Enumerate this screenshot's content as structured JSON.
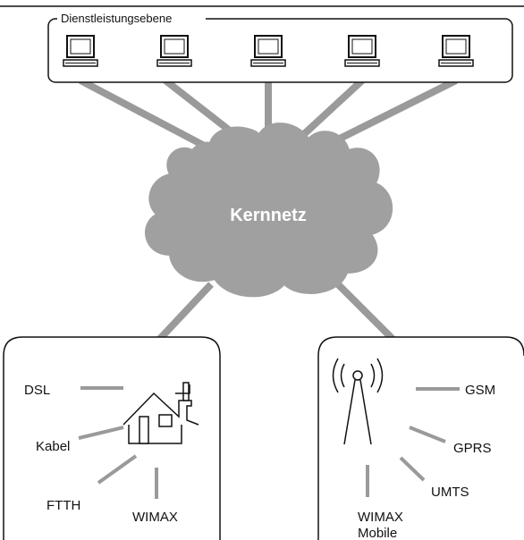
{
  "service_layer": {
    "title": "Dienstleistungsebene",
    "computers": [
      "computer-icon",
      "computer-icon",
      "computer-icon",
      "computer-icon",
      "computer-icon"
    ]
  },
  "core": {
    "label": "Kernnetz",
    "icon": "cloud-icon"
  },
  "fixed_access": {
    "icon": "house-icon",
    "technologies": [
      "DSL",
      "Kabel",
      "FTTH",
      "WIMAX"
    ]
  },
  "mobile_access": {
    "icon": "antenna-icon",
    "technologies": [
      "GSM",
      "GPRS",
      "UMTS",
      "WIMAX",
      "Mobile"
    ]
  },
  "colors": {
    "link": "#9a9a9a",
    "line": "#111111",
    "background": "#ffffff"
  }
}
